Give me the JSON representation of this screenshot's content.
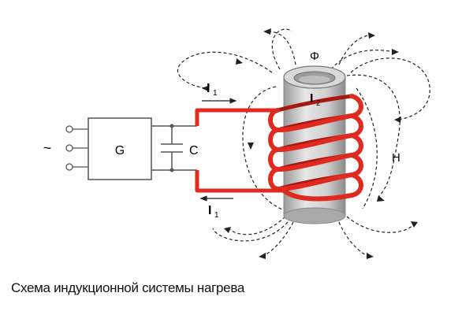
{
  "diagram": {
    "ac_source_symbol": "~",
    "generator_label": "G",
    "capacitor_label": "C",
    "flux_label": "Φ",
    "field_label": "H",
    "inductor_current": {
      "letter": "I",
      "index": "1"
    },
    "workpiece_current": {
      "letter": "I",
      "index": "2"
    },
    "colors": {
      "coil": "#e02a1f",
      "coil_dark": "#a81810",
      "workpiece": "#c9c9c9",
      "wire": "#555555",
      "field_lines": "#222222"
    },
    "icons": [
      "ac-source-symbol",
      "terminal-icon",
      "capacitor-icon",
      "arrow-icon"
    ]
  },
  "caption": "Схема индукционной системы нагрева"
}
